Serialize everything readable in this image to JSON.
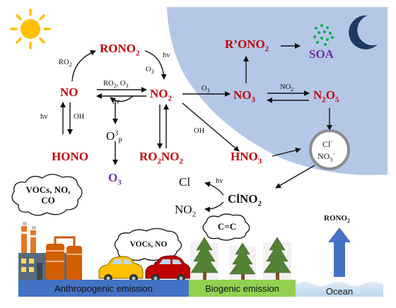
{
  "species": {
    "rono2": "RONO2",
    "no": "NO",
    "no2": "NO2",
    "hono": "HONO",
    "o3p": "O3P",
    "o3": "O3",
    "ro2no2": "RO2NO2",
    "hno3": "HNO3",
    "ro_ono2": "R’ONO2",
    "soa": "SOA",
    "no3": "NO3",
    "n2o5": "N2O5",
    "particle_cl": "Cl-",
    "particle_no3": "NO3-",
    "clno2": "ClNO2",
    "cl": "Cl",
    "no2_from_clno2": "NO2",
    "ocean_rono2": "RONO2"
  },
  "reagents": {
    "ro2_top": "RO2",
    "hv_top": "hv",
    "o3_top": "O3",
    "ro2_o3_mid": "RO2, O3",
    "hv_mid": "hv",
    "hv_left": "hv",
    "oh_left": "OH",
    "oh_hno3": "OH",
    "o3_no3": "O3",
    "no2_n2o5": "NO2",
    "hv_clno2": "hv"
  },
  "clouds": {
    "anthropogenic": "VOCs, NO, CO",
    "cars": "VOCs, NO",
    "biogenic": "C=C"
  },
  "emission_labels": {
    "anthropogenic": "Anthropogenic emission",
    "biogenic": "Biogenic emission",
    "ocean": "Ocean"
  },
  "colors": {
    "red_species": "#c00000",
    "purple_species": "#7030a0",
    "night_sky": "#b4c7e7",
    "sun": "#ffc000",
    "moon": "#203864",
    "soa_dots": "#00b050",
    "anthropogenic_bar": "#4472c4",
    "biogenic_bar": "#92d050",
    "ocean_bar": "#bdd7ee",
    "ocean_arrow": "#4472c4"
  }
}
